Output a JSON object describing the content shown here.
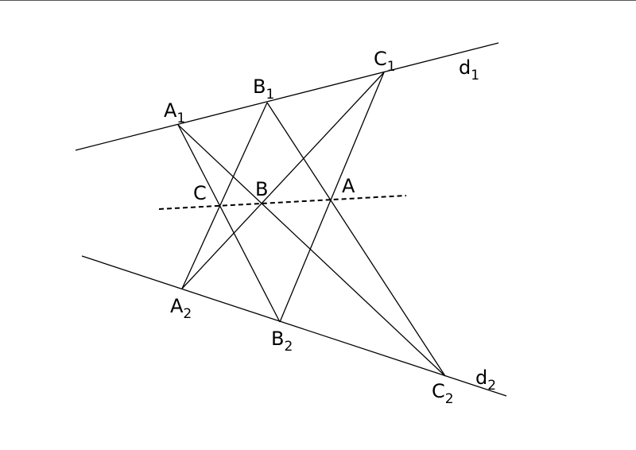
{
  "title": "Pappus hexagon theorem construction",
  "lines": {
    "d1": {
      "name": "d",
      "sub": "1"
    },
    "d2": {
      "name": "d",
      "sub": "2"
    }
  },
  "points": {
    "A1": {
      "name": "A",
      "sub": "1"
    },
    "B1": {
      "name": "B",
      "sub": "1"
    },
    "C1": {
      "name": "C",
      "sub": "1"
    },
    "A2": {
      "name": "A",
      "sub": "2"
    },
    "B2": {
      "name": "B",
      "sub": "2"
    },
    "C2": {
      "name": "C",
      "sub": "2"
    },
    "A": {
      "name": "A",
      "sub": ""
    },
    "B": {
      "name": "B",
      "sub": ""
    },
    "C": {
      "name": "C",
      "sub": ""
    }
  },
  "segments": [
    [
      "A1",
      "B2"
    ],
    [
      "A1",
      "C2"
    ],
    [
      "B1",
      "A2"
    ],
    [
      "B1",
      "C2"
    ],
    [
      "C1",
      "A2"
    ],
    [
      "C1",
      "B2"
    ]
  ],
  "pappus_line": [
    "C",
    "A"
  ],
  "stroke_color": "#000000"
}
